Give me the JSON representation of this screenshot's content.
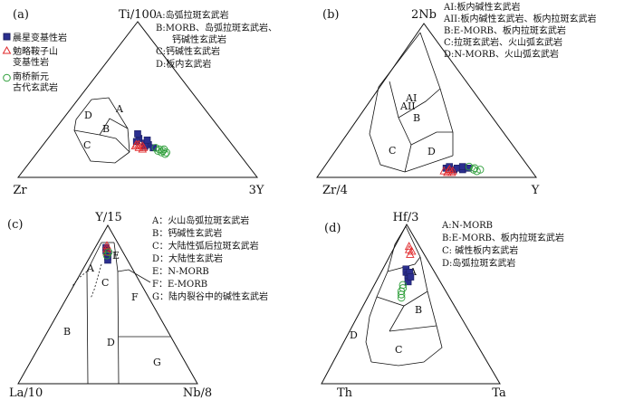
{
  "chart_data": [
    {
      "type": "ternary",
      "panel_label": "(a)",
      "vertices": {
        "top": "Ti/100",
        "left": "Zr",
        "right": "3Y"
      },
      "legend_note": [
        "A:岛弧拉斑玄武岩",
        "B:MORB、岛弧拉斑玄武岩、",
        "钙碱性玄武岩",
        "C:钙碱性玄武岩",
        "D:板内玄武岩"
      ],
      "field_labels": [
        "A",
        "B",
        "C",
        "D"
      ],
      "series": [
        {
          "name": "晨星变基性岩",
          "marker": "square",
          "color": "#2b2f8f",
          "points": [
            [
              0.25,
              0.37,
              0.38
            ],
            [
              0.23,
              0.39,
              0.38
            ],
            [
              0.22,
              0.36,
              0.42
            ],
            [
              0.21,
              0.35,
              0.44
            ],
            [
              0.2,
              0.37,
              0.43
            ],
            [
              0.19,
              0.34,
              0.47
            ],
            [
              0.24,
              0.34,
              0.42
            ],
            [
              0.28,
              0.36,
              0.36
            ]
          ]
        },
        {
          "name": "勉略鞍子山\n变基性岩",
          "marker": "triangle",
          "color": "#e0282a",
          "points": [
            [
              0.21,
              0.4,
              0.39
            ],
            [
              0.2,
              0.41,
              0.39
            ],
            [
              0.2,
              0.38,
              0.42
            ],
            [
              0.19,
              0.4,
              0.41
            ],
            [
              0.21,
              0.39,
              0.4
            ],
            [
              0.19,
              0.38,
              0.43
            ],
            [
              0.18,
              0.39,
              0.43
            ]
          ]
        },
        {
          "name": "南桥新元\n古代玄武岩",
          "marker": "circle",
          "color": "#2e9e3a",
          "points": [
            [
              0.19,
              0.33,
              0.48
            ],
            [
              0.17,
              0.33,
              0.5
            ],
            [
              0.18,
              0.32,
              0.5
            ],
            [
              0.16,
              0.32,
              0.52
            ],
            [
              0.17,
              0.31,
              0.52
            ],
            [
              0.15,
              0.31,
              0.54
            ],
            [
              0.16,
              0.3,
              0.54
            ],
            [
              0.18,
              0.3,
              0.52
            ]
          ]
        }
      ]
    },
    {
      "type": "ternary",
      "panel_label": "(b)",
      "vertices": {
        "top": "2Nb",
        "left": "Zr/4",
        "right": "Y"
      },
      "legend_note": [
        "AI:板内碱性玄武岩",
        "AII:板内碱性玄武岩、板内拉斑玄武岩",
        "B:E-MORB、板内拉斑玄武岩",
        "C:拉斑玄武岩、火山弧玄武岩",
        "D:N-MORB、火山弧玄武岩"
      ],
      "field_labels": [
        "AI",
        "AII",
        "B",
        "C",
        "D"
      ],
      "series": [
        {
          "name": "晨星变基性岩",
          "marker": "square",
          "color": "#2b2f8f",
          "points": [
            [
              0.06,
              0.38,
              0.56
            ],
            [
              0.07,
              0.36,
              0.57
            ],
            [
              0.05,
              0.35,
              0.6
            ],
            [
              0.06,
              0.33,
              0.61
            ],
            [
              0.05,
              0.31,
              0.64
            ],
            [
              0.07,
              0.3,
              0.63
            ],
            [
              0.06,
              0.28,
              0.66
            ]
          ]
        },
        {
          "name": "勉略鞍子山\n变基性岩",
          "marker": "triangle",
          "color": "#e0282a",
          "points": [
            [
              0.04,
              0.4,
              0.56
            ],
            [
              0.04,
              0.38,
              0.58
            ],
            [
              0.03,
              0.39,
              0.58
            ],
            [
              0.04,
              0.36,
              0.6
            ],
            [
              0.03,
              0.37,
              0.6
            ],
            [
              0.05,
              0.37,
              0.58
            ]
          ]
        },
        {
          "name": "南桥新元\n古代玄武岩",
          "marker": "circle",
          "color": "#2e9e3a",
          "points": [
            [
              0.05,
              0.26,
              0.69
            ],
            [
              0.04,
              0.25,
              0.71
            ],
            [
              0.06,
              0.25,
              0.69
            ],
            [
              0.05,
              0.23,
              0.72
            ],
            [
              0.07,
              0.27,
              0.66
            ]
          ]
        }
      ]
    },
    {
      "type": "ternary",
      "panel_label": "(c)",
      "vertices": {
        "top": "Y/15",
        "left": "La/10",
        "right": "Nb/8"
      },
      "legend_note": [
        "A：火山岛弧拉斑玄武岩",
        "B：钙碱性玄武岩",
        "C：大陆性弧后拉斑玄武岩",
        "D：大陆性玄武岩",
        "E：N-MORB",
        "F：E-MORB",
        "G：陆内裂谷中的碱性玄武岩"
      ],
      "field_labels": [
        "A",
        "B",
        "C",
        "D",
        "E",
        "F",
        "G"
      ],
      "series": [
        {
          "name": "晨星变基性岩",
          "marker": "square",
          "color": "#2b2f8f",
          "points": [
            [
              0.86,
              0.08,
              0.06
            ],
            [
              0.84,
              0.09,
              0.07
            ],
            [
              0.82,
              0.09,
              0.09
            ],
            [
              0.8,
              0.1,
              0.1
            ],
            [
              0.78,
              0.11,
              0.11
            ]
          ]
        },
        {
          "name": "勉略鞍子山\n变基性岩",
          "marker": "triangle",
          "color": "#e0282a",
          "points": [
            [
              0.87,
              0.07,
              0.06
            ],
            [
              0.85,
              0.08,
              0.07
            ],
            [
              0.83,
              0.09,
              0.08
            ]
          ]
        },
        {
          "name": "南桥新元\n古代玄武岩",
          "marker": "circle",
          "color": "#2e9e3a",
          "points": [
            [
              0.83,
              0.08,
              0.09
            ],
            [
              0.81,
              0.1,
              0.09
            ]
          ]
        }
      ]
    },
    {
      "type": "ternary",
      "panel_label": "(d)",
      "vertices": {
        "top": "Hf/3",
        "left": "Th",
        "right": "Ta"
      },
      "legend_note": [
        "A:N-MORB",
        "B:E-MORB、板内拉斑玄武岩",
        "C: 碱性板内玄武岩",
        "D:岛弧拉斑玄武岩"
      ],
      "field_labels": [
        "A",
        "B",
        "C",
        "D"
      ],
      "series": [
        {
          "name": "晨星变基性岩",
          "marker": "square",
          "color": "#2b2f8f",
          "points": [
            [
              0.72,
              0.15,
              0.13
            ],
            [
              0.7,
              0.16,
              0.14
            ],
            [
              0.68,
              0.16,
              0.16
            ],
            [
              0.66,
              0.17,
              0.17
            ],
            [
              0.64,
              0.18,
              0.18
            ],
            [
              0.7,
              0.14,
              0.16
            ],
            [
              0.67,
              0.15,
              0.18
            ]
          ]
        },
        {
          "name": "勉略鞍子山\n变基性岩",
          "marker": "triangle",
          "color": "#e0282a",
          "points": [
            [
              0.86,
              0.06,
              0.08
            ],
            [
              0.84,
              0.07,
              0.09
            ],
            [
              0.83,
              0.06,
              0.11
            ],
            [
              0.81,
              0.08,
              0.11
            ]
          ]
        },
        {
          "name": "南桥新元\n古代玄武岩",
          "marker": "circle",
          "color": "#2e9e3a",
          "points": [
            [
              0.62,
              0.22,
              0.16
            ],
            [
              0.6,
              0.23,
              0.17
            ],
            [
              0.58,
              0.25,
              0.17
            ],
            [
              0.56,
              0.26,
              0.18
            ],
            [
              0.54,
              0.27,
              0.19
            ]
          ]
        }
      ]
    }
  ]
}
